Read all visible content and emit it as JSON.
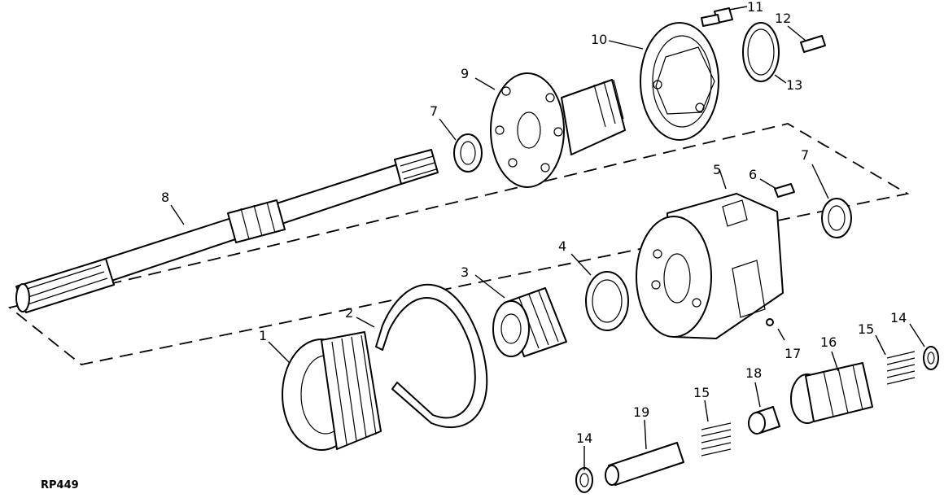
{
  "figure_code": "RP449",
  "callouts": [
    {
      "id": "c1",
      "text": "1"
    },
    {
      "id": "c2",
      "text": "2"
    },
    {
      "id": "c3",
      "text": "3"
    },
    {
      "id": "c4",
      "text": "4"
    },
    {
      "id": "c5",
      "text": "5"
    },
    {
      "id": "c6",
      "text": "6"
    },
    {
      "id": "c7a",
      "text": "7"
    },
    {
      "id": "c7b",
      "text": "7"
    },
    {
      "id": "c8",
      "text": "8"
    },
    {
      "id": "c9",
      "text": "9"
    },
    {
      "id": "c10",
      "text": "10"
    },
    {
      "id": "c11",
      "text": "11"
    },
    {
      "id": "c12",
      "text": "12"
    },
    {
      "id": "c13",
      "text": "13"
    },
    {
      "id": "c14a",
      "text": "14"
    },
    {
      "id": "c14b",
      "text": "14"
    },
    {
      "id": "c15a",
      "text": "15"
    },
    {
      "id": "c15b",
      "text": "15"
    },
    {
      "id": "c16",
      "text": "16"
    },
    {
      "id": "c17",
      "text": "17"
    },
    {
      "id": "c18",
      "text": "18"
    },
    {
      "id": "c19",
      "text": "19"
    }
  ]
}
